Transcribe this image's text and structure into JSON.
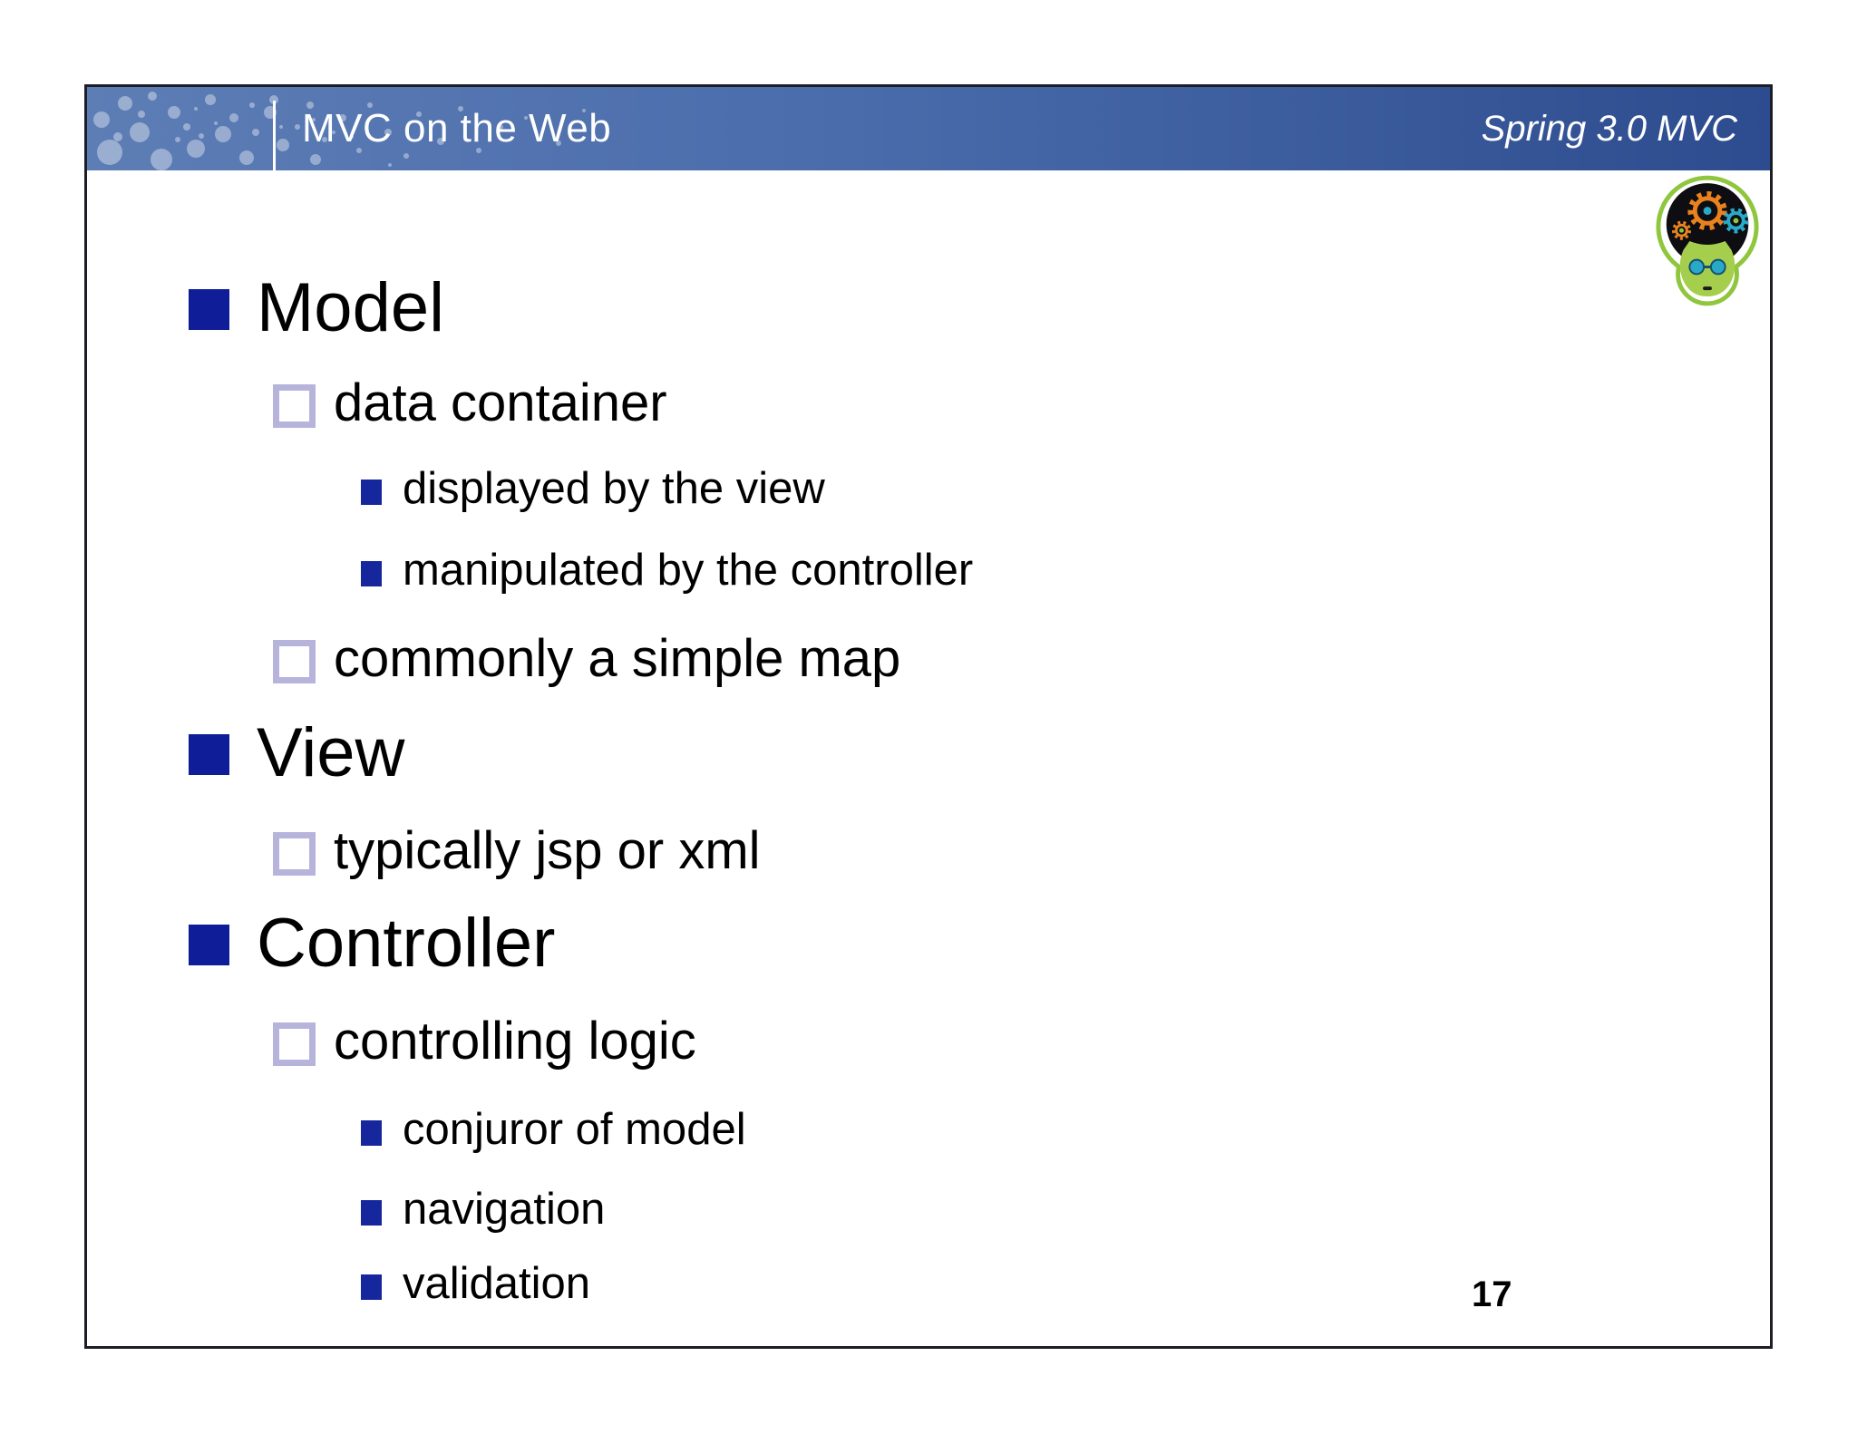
{
  "slide": {
    "header": {
      "title": "MVC on the Web",
      "right_label": "Spring 3.0 MVC"
    },
    "logo": {
      "name": "gears-head-mascot",
      "colors": {
        "ring_green": "#8fc63e",
        "face_green": "#a6ce4d",
        "head_black": "#0d0d12",
        "gear_orange": "#e8821f",
        "gear_teal": "#2aa8c8"
      }
    },
    "bullets": [
      {
        "level": 1,
        "text": "Model"
      },
      {
        "level": 2,
        "text": "data container"
      },
      {
        "level": 3,
        "text": "displayed by the view"
      },
      {
        "level": 3,
        "text": "manipulated by the controller"
      },
      {
        "level": 2,
        "text": "commonly a simple map"
      },
      {
        "level": 1,
        "text": "View"
      },
      {
        "level": 2,
        "text": "typically jsp or xml"
      },
      {
        "level": 1,
        "text": "Controller"
      },
      {
        "level": 2,
        "text": "controlling logic"
      },
      {
        "level": 3,
        "text": "conjuror of model"
      },
      {
        "level": 3,
        "text": "navigation"
      },
      {
        "level": 3,
        "text": "validation"
      }
    ],
    "page_number": "17",
    "colors": {
      "header_gradient_left": "#5d7db5",
      "header_gradient_right": "#2d4c8f",
      "bullet_filled_square": "#101d99",
      "bullet_open_square_border": "#b7b4dc",
      "slide_border": "#1d1d28",
      "text": "#000000",
      "header_text": "#ffffff"
    }
  }
}
